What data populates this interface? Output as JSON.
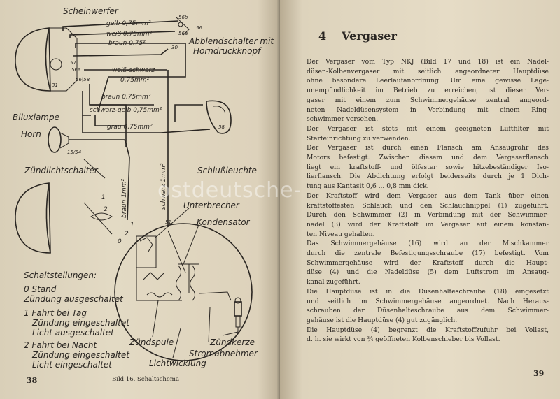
{
  "left_page": {
    "page_number": "38",
    "caption": "Bild 16.  Schaltschema",
    "diagram_labels": {
      "scheinwerfer": "Scheinwerfer",
      "gelb": "gelb 0,75mm²",
      "weiss": "weiß 0,75mm²",
      "braun_top": "braun 0,75²",
      "abblend": "Abblendschalter mit",
      "horndruck": "Horndruckknopf",
      "weiss_schwarz": "weiß-schwarz",
      "weiss_schwarz_size": "0,75mm²",
      "braun_mid": "braun 0,75mm²",
      "schwarz_gelb": "schwarz-gelb 0,75mm²",
      "biluxlampe": "Biluxlampe",
      "grau": "grau 0,75mm²",
      "horn": "Horn",
      "schlussleuchte": "Schlußleuchte",
      "zuendlichtschalter": "Zündlichtschalter",
      "braun_vert": "braun 1mm²",
      "schwarz_vert": "schwarz 1mm²",
      "unterbrecher": "Unterbrecher",
      "kondensator": "Kondensator",
      "schaltstellungen": "Schaltstellungen:",
      "pos0_a": "0 Stand",
      "pos0_b": "Zündung ausgeschaltet",
      "pos1_a": "1 Fahrt bei Tag",
      "pos1_b": "Zündung eingeschaltet",
      "pos1_c": "Licht ausgeschaltet",
      "pos2_a": "2 Fahrt bei Nacht",
      "pos2_b": "Zündung eingeschaltet",
      "pos2_c": "Licht eingeschaltet",
      "zuendspule": "Zündspule",
      "zuendkerze": "Zündkerze",
      "stromabnehmer": "Stromabnehmer",
      "lichtwicklung": "Lichtwicklung",
      "t56b": "56b",
      "t56": "56",
      "t56a": "56a",
      "t31": "31",
      "t30": "30",
      "t58": "58",
      "t57": "57",
      "t51": "51",
      "t15_54": "15/54",
      "t5658": "56|58",
      "t56a_small": "56a",
      "t1": "1",
      "t2": "2",
      "t0": "0",
      "t2b": "2",
      "t1b": "1"
    }
  },
  "right_page": {
    "page_number": "39",
    "chapter_number": "4",
    "chapter_title": "Vergaser",
    "lines": [
      "Der Vergaser vom Typ NKJ (Bild 17 und 18) ist ein Nadel-",
      "düsen-Kolbenvergaser mit seitlich angeordneter Hauptdüse",
      "ohne besondere Leerlaufanordnung. Um eine gewisse Lage-",
      "unempfindlichkeit im Betrieb zu erreichen, ist dieser Ver-",
      "gaser mit einem zum Schwimmergehäuse zentral angeord-",
      "neten Nadeldüsensystem in Verbindung mit einem Ring-",
      "schwimmer versehen.",
      "Der Vergaser ist stets mit einem geeigneten Luftfilter mit",
      "Starteinrichtung zu verwenden.",
      "Der Vergaser ist durch einen Flansch am Ansaugrohr des",
      "Motors befestigt. Zwischen diesem und dem Vergaserflansch",
      "liegt ein kraftstoff- und ölfester sowie hitzebeständiger Iso-",
      "lierflansch. Die Abdichtung erfolgt beiderseits durch je 1 Dich-",
      "tung aus Kantasit 0,6 ... 0,8 mm dick.",
      "Der Kraftstoff wird dem Vergaser aus dem Tank über einen",
      "kraftstoffesten Schlauch und den Schlauchnippel (1) zugeführt.",
      "Durch den Schwimmer (2) in Verbindung mit der Schwimmer-",
      "nadel (3) wird der Kraftstoff im Vergaser auf einem konstan-",
      "ten Niveau gehalten.",
      "Das Schwimmergehäuse (16) wird an der Mischkammer",
      "durch die zentrale Befestigungsschraube (17) befestigt. Vom",
      "Schwimmergehäuse wird der Kraftstoff durch die Haupt-",
      "düse (4) und die Nadeldüse (5) dem Luftstrom im Ansaug-",
      "kanal zugeführt.",
      "Die Hauptdüse ist in die Düsenhalteschraube (18) eingesetzt",
      "und seitlich im Schwimmergehäuse angeordnet. Nach Heraus-",
      "schrauben der Düsenhalteschraube aus dem Schwimmer-",
      "gehäuse ist die Hauptdüse (4) gut zugänglich.",
      "Die Hauptdüse (4) begrenzt die Kraftstoffzufuhr bei Vollast,",
      "d. h. sie wirkt von ¾ geöffneten Kolbenschieber bis Vollast."
    ],
    "paragraph_end_lines": [
      6,
      8,
      13,
      18,
      23,
      27
    ]
  },
  "watermark": "ostdeutsche-"
}
